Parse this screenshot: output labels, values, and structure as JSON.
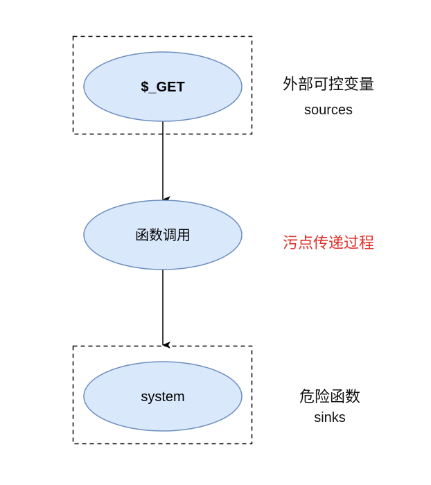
{
  "diagram": {
    "colors": {
      "node_fill": "#dae8fc",
      "node_stroke": "#6c8ebf",
      "edge": "#000000",
      "group_border": "#000000",
      "highlight_text": "#e0302a"
    },
    "nodes": [
      {
        "id": "get",
        "label": "$_GET",
        "bold": true
      },
      {
        "id": "call",
        "label": "函数调用",
        "bold": false
      },
      {
        "id": "system",
        "label": "system",
        "bold": false
      }
    ],
    "edges": [
      {
        "from": "get",
        "to": "call"
      },
      {
        "from": "call",
        "to": "system"
      }
    ],
    "groups": [
      {
        "id": "sources-group",
        "contains": "get",
        "style": "dashed"
      },
      {
        "id": "sinks-group",
        "contains": "system",
        "style": "dashed"
      }
    ],
    "annotations": {
      "sources": {
        "title": "外部可控变量",
        "subtitle": "sources"
      },
      "propagation": {
        "title": "污点传递过程"
      },
      "sinks": {
        "title": "危险函数",
        "subtitle": "sinks"
      }
    }
  }
}
